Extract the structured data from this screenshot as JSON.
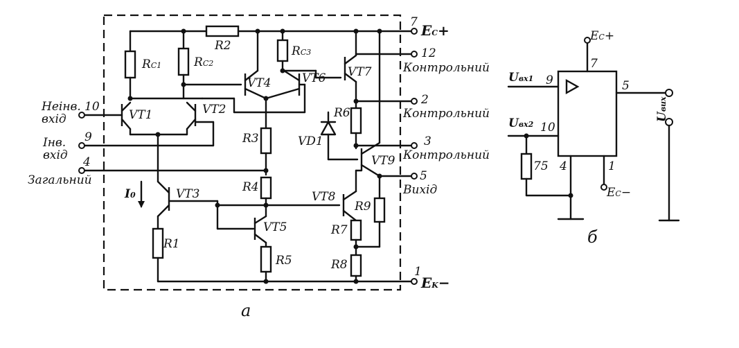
{
  "diagram_a": {
    "caption": "а",
    "transistors": [
      "VT1",
      "VT2",
      "VT3",
      "VT4",
      "VT5",
      "VT6",
      "VT7",
      "VT8",
      "VT9"
    ],
    "resistors": {
      "rc1": {
        "main": "R",
        "sub": "C1"
      },
      "rc2": {
        "main": "R",
        "sub": "C2"
      },
      "rc3": {
        "main": "R",
        "sub": "C3"
      },
      "r1": "R1",
      "r2": "R2",
      "r3": "R3",
      "r4": "R4",
      "r5": "R5",
      "r6": "R6",
      "r7": "R7",
      "r8": "R8",
      "r9": "R9"
    },
    "diode": "VD1",
    "current": {
      "main": "I",
      "sub": "0"
    },
    "pins": {
      "p7": {
        "num": "7",
        "label": "E",
        "sub": "C",
        "sign": "+"
      },
      "p12": {
        "num": "12",
        "label": "Контрольний"
      },
      "p2": {
        "num": "2",
        "label": "Контрольний"
      },
      "p3": {
        "num": "3",
        "label": "Контрольний"
      },
      "p5": {
        "num": "5",
        "label": "Вихід"
      },
      "p1": {
        "num": "1",
        "label": "E",
        "sub": "K",
        "sign": "−"
      },
      "p10": {
        "num": "10",
        "label1": "Неінв.",
        "label2": "вхід"
      },
      "p9": {
        "num": "9",
        "label1": "Інв.",
        "label2": "вхід"
      },
      "p4": {
        "num": "4",
        "label": "Загальний"
      }
    }
  },
  "diagram_b": {
    "caption": "б",
    "input1": {
      "main": "U",
      "sub": "вх1",
      "pin": "9"
    },
    "input2": {
      "main": "U",
      "sub": "вх2",
      "pin": "10"
    },
    "output": {
      "main": "U",
      "sub": "вих",
      "pin": "5"
    },
    "pin7": "7",
    "pin4": "4",
    "pin1": "1",
    "resistor": "75",
    "supply_pos": {
      "label": "E",
      "sub": "C",
      "sign": "+"
    },
    "supply_neg": {
      "label": "E",
      "sub": "C",
      "sign": "−"
    }
  }
}
